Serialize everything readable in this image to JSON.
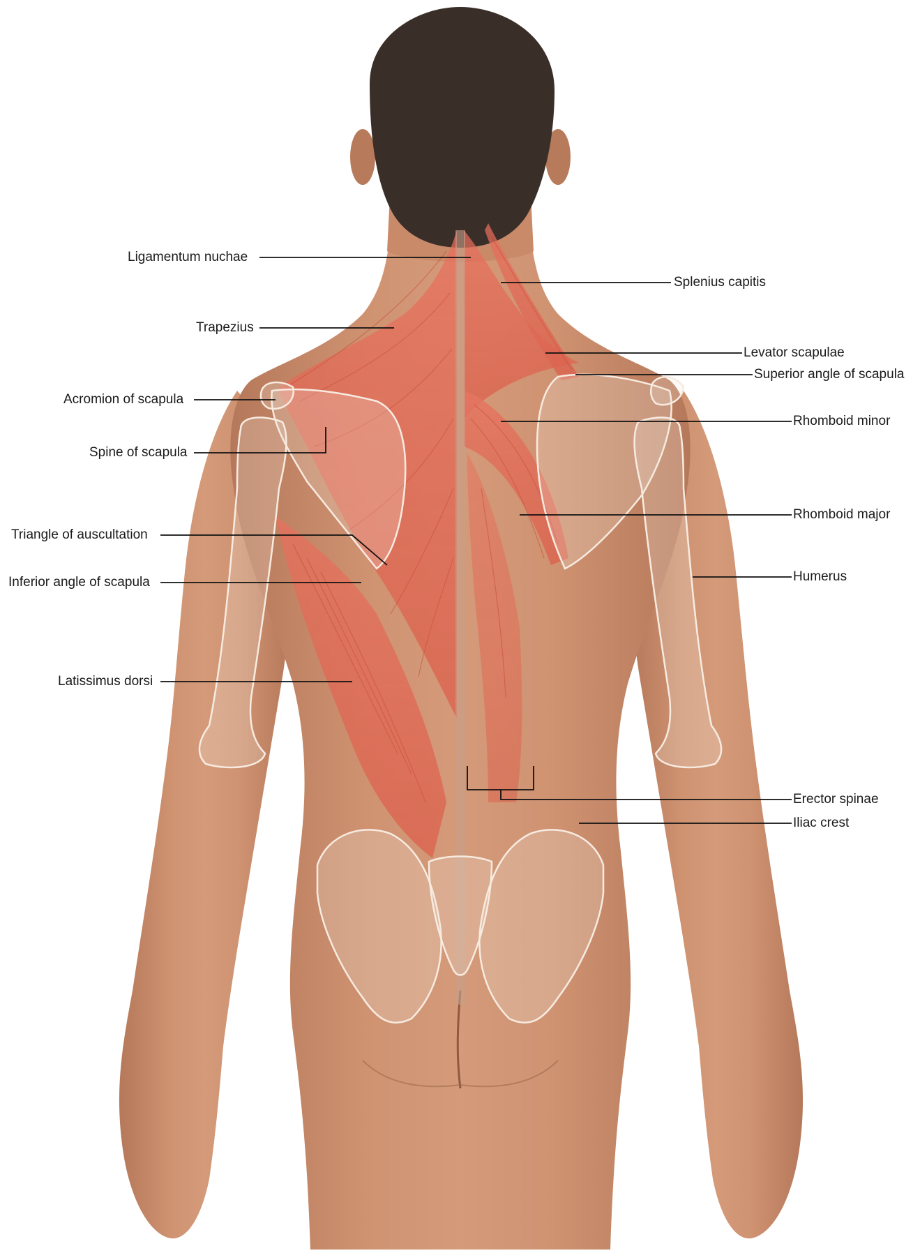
{
  "colors": {
    "background": "#ffffff",
    "skin": "#c98a68",
    "skin_shadow": "#a8694a",
    "hair": "#3a2e29",
    "muscle": "#e0604f",
    "bone_outline": "#f3e2d4",
    "leader_line": "#111111"
  },
  "labels": {
    "ligamentum_nuchae": "Ligamentum nuchae",
    "trapezius": "Trapezius",
    "acromion_of_scapula": "Acromion of scapula",
    "spine_of_scapula": "Spine of scapula",
    "triangle_of_auscultation": "Triangle of auscultation",
    "inferior_angle_of_scapula": "Inferior angle of scapula",
    "latissimus_dorsi": "Latissimus dorsi",
    "splenius_capitis": "Splenius capitis",
    "levator_scapulae": "Levator scapulae",
    "superior_angle_of_scapula": "Superior angle of scapula",
    "rhomboid_minor": "Rhomboid minor",
    "rhomboid_major": "Rhomboid major",
    "humerus": "Humerus",
    "erector_spinae": "Erector spinae",
    "iliac_crest": "Iliac crest"
  }
}
